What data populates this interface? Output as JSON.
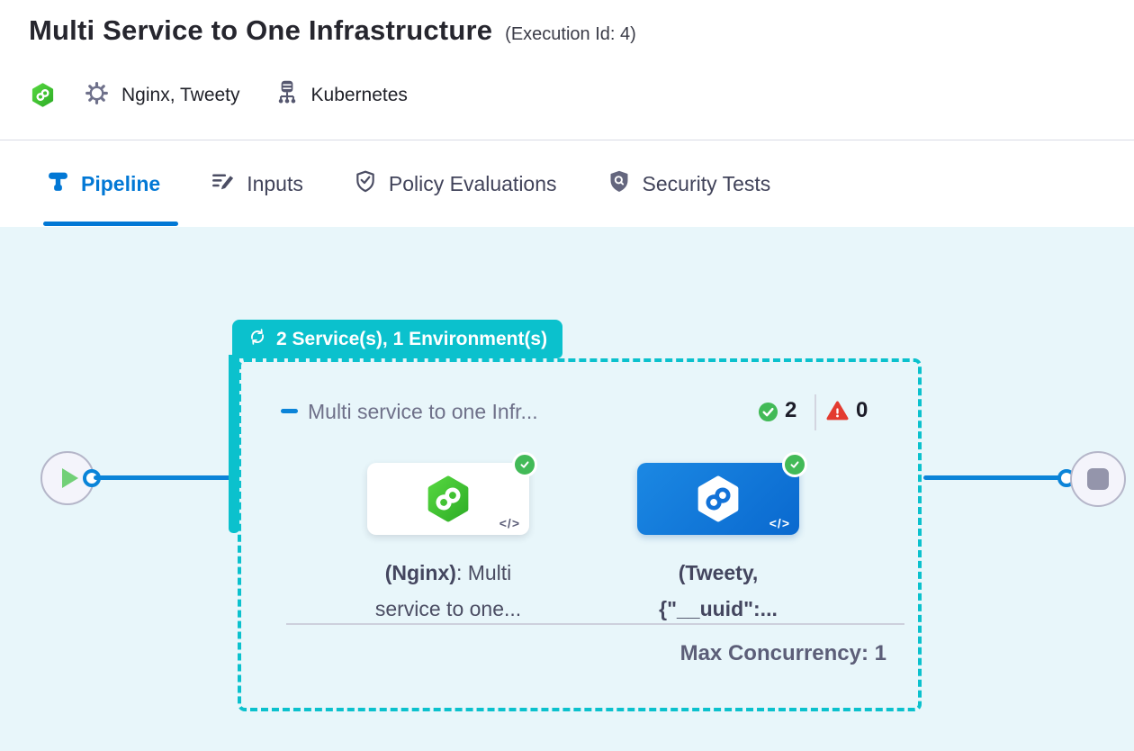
{
  "header": {
    "title": "Multi Service to One Infrastructure",
    "execution_id": "(Execution Id: 4)",
    "services": "Nginx, Tweety",
    "infrastructure": "Kubernetes"
  },
  "tabs": [
    {
      "label": "Pipeline",
      "active": true
    },
    {
      "label": "Inputs",
      "active": false
    },
    {
      "label": "Policy Evaluations",
      "active": false
    },
    {
      "label": "Security Tests",
      "active": false
    }
  ],
  "pipeline": {
    "stage_badge_label": "2 Service(s), 1 Environment(s)",
    "stage_title": "Multi service to one Infr...",
    "success_count": "2",
    "failure_count": "0",
    "max_concurrency_label": "Max Concurrency: 1",
    "code_glyph": "</>",
    "nodes": [
      {
        "label_bold": "(Nginx)",
        "label_rest": ": Multi service to one..."
      },
      {
        "label_bold": "(Tweety,",
        "label_rest": "{\"__uuid\":..."
      }
    ]
  },
  "colors": {
    "accent_teal": "#0BC1CD",
    "primary_blue": "#0278D5",
    "success_green": "#42BA57",
    "error_red": "#E33B30",
    "canvas_bg": "#E8F6FA"
  }
}
